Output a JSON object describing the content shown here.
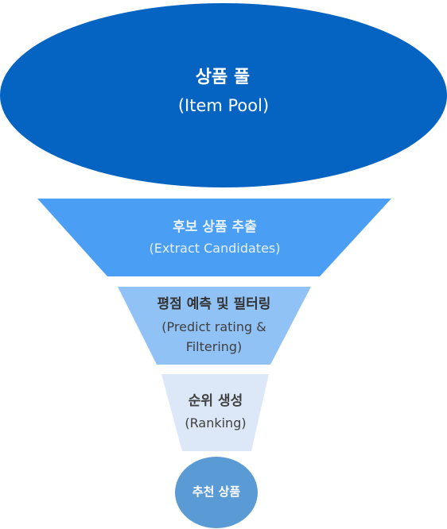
{
  "funnel": {
    "pool": {
      "title": "상품 풀",
      "subtitle": "(Item Pool)",
      "color": "#0563C1"
    },
    "extract": {
      "title": "후보 상품 추출",
      "subtitle": "(Extract Candidates)",
      "color": "#4A9FF5"
    },
    "predict": {
      "title": "평점 예측 및 필터링",
      "subtitle_line1": "(Predict rating &",
      "subtitle_line2": "Filtering)",
      "color": "#90C2F5"
    },
    "ranking": {
      "title": "순위 생성",
      "subtitle": "(Ranking)",
      "color": "#DCE8F7"
    },
    "result": {
      "title": "추천 상품",
      "color": "#5B9BD5"
    }
  }
}
